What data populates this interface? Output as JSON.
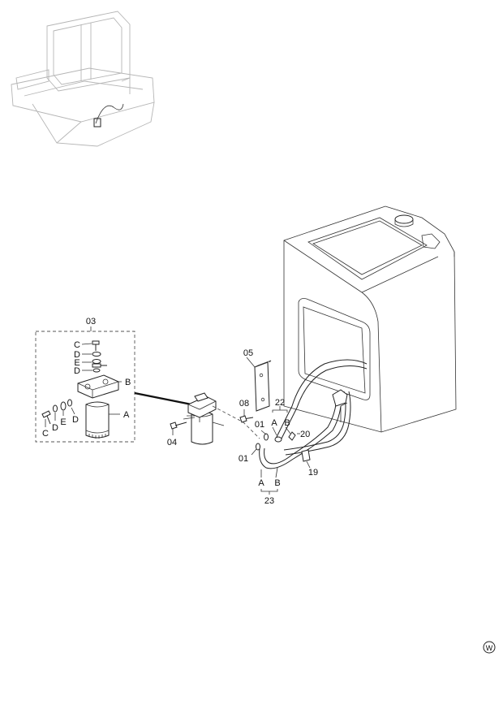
{
  "callouts": {
    "kit": "03",
    "kit_c1": "C",
    "kit_d1": "D",
    "kit_e1": "E",
    "kit_d2": "D",
    "kit_b": "B",
    "kit_a": "A",
    "kit_c2": "C",
    "kit_d3": "D",
    "kit_e2": "E",
    "kit_d4": "D",
    "bolt_04": "04",
    "bracket_05": "05",
    "bolt_08": "08",
    "clamp_01_upper": "01",
    "clamp_01_lower": "01",
    "hose_22": "22",
    "hose_22_a": "A",
    "hose_22_b": "B",
    "part_20": "20",
    "part_19": "19",
    "hose_23": "23",
    "hose_23_a": "A",
    "hose_23_b": "B"
  },
  "watermark": "W"
}
